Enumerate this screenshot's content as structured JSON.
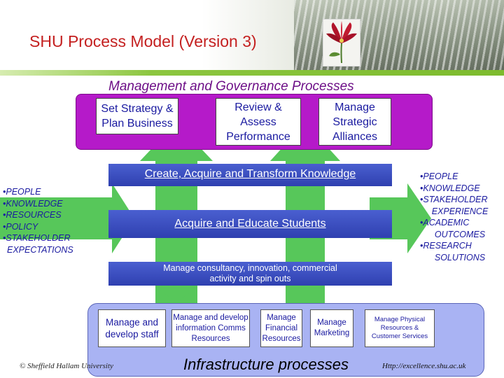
{
  "header": {
    "title": "SHU Process Model (Version 3)"
  },
  "management": {
    "title": "Management and Governance Processes",
    "boxes": [
      {
        "label": "Set Strategy & Plan Business"
      },
      {
        "label": "Review & Assess Performance"
      },
      {
        "label": "Manage Strategic Alliances"
      }
    ]
  },
  "core": {
    "knowledge": "Create, Acquire and Transform Knowledge",
    "students": "Acquire and Educate Students",
    "consultancy": "Manage consultancy, innovation, commercial activity and spin outs"
  },
  "inputs": [
    "•PEOPLE",
    "•KNOWLEDGE",
    "•RESOURCES",
    "•POLICY",
    "•STAKEHOLDER",
    "EXPECTATIONS"
  ],
  "outputs": [
    "•PEOPLE",
    "•KNOWLEDGE",
    "•STAKEHOLDER",
    "EXPERIENCE",
    "•ACADEMIC",
    "OUTCOMES",
    "•RESEARCH",
    "SOLUTIONS"
  ],
  "infrastructure": {
    "title": "Infrastructure processes",
    "boxes": [
      {
        "label": "Manage and develop staff"
      },
      {
        "label": "Manage and develop information Comms Resources"
      },
      {
        "label": "Manage Financial Resources"
      },
      {
        "label": "Manage Marketing"
      },
      {
        "label": "Manage Physical Resources & Customer Services"
      }
    ]
  },
  "footer": {
    "copyright": "© Sheffield Hallam University",
    "url": "Http://excellence.shu.ac.uk"
  },
  "colors": {
    "title": "#c42020",
    "management_purple": "#b51ac9",
    "arrow_green": "#57c75a",
    "bar_blue": "#3446bd",
    "infra_lavender": "#a9b3f3",
    "text_navy": "#1a1aa0"
  }
}
